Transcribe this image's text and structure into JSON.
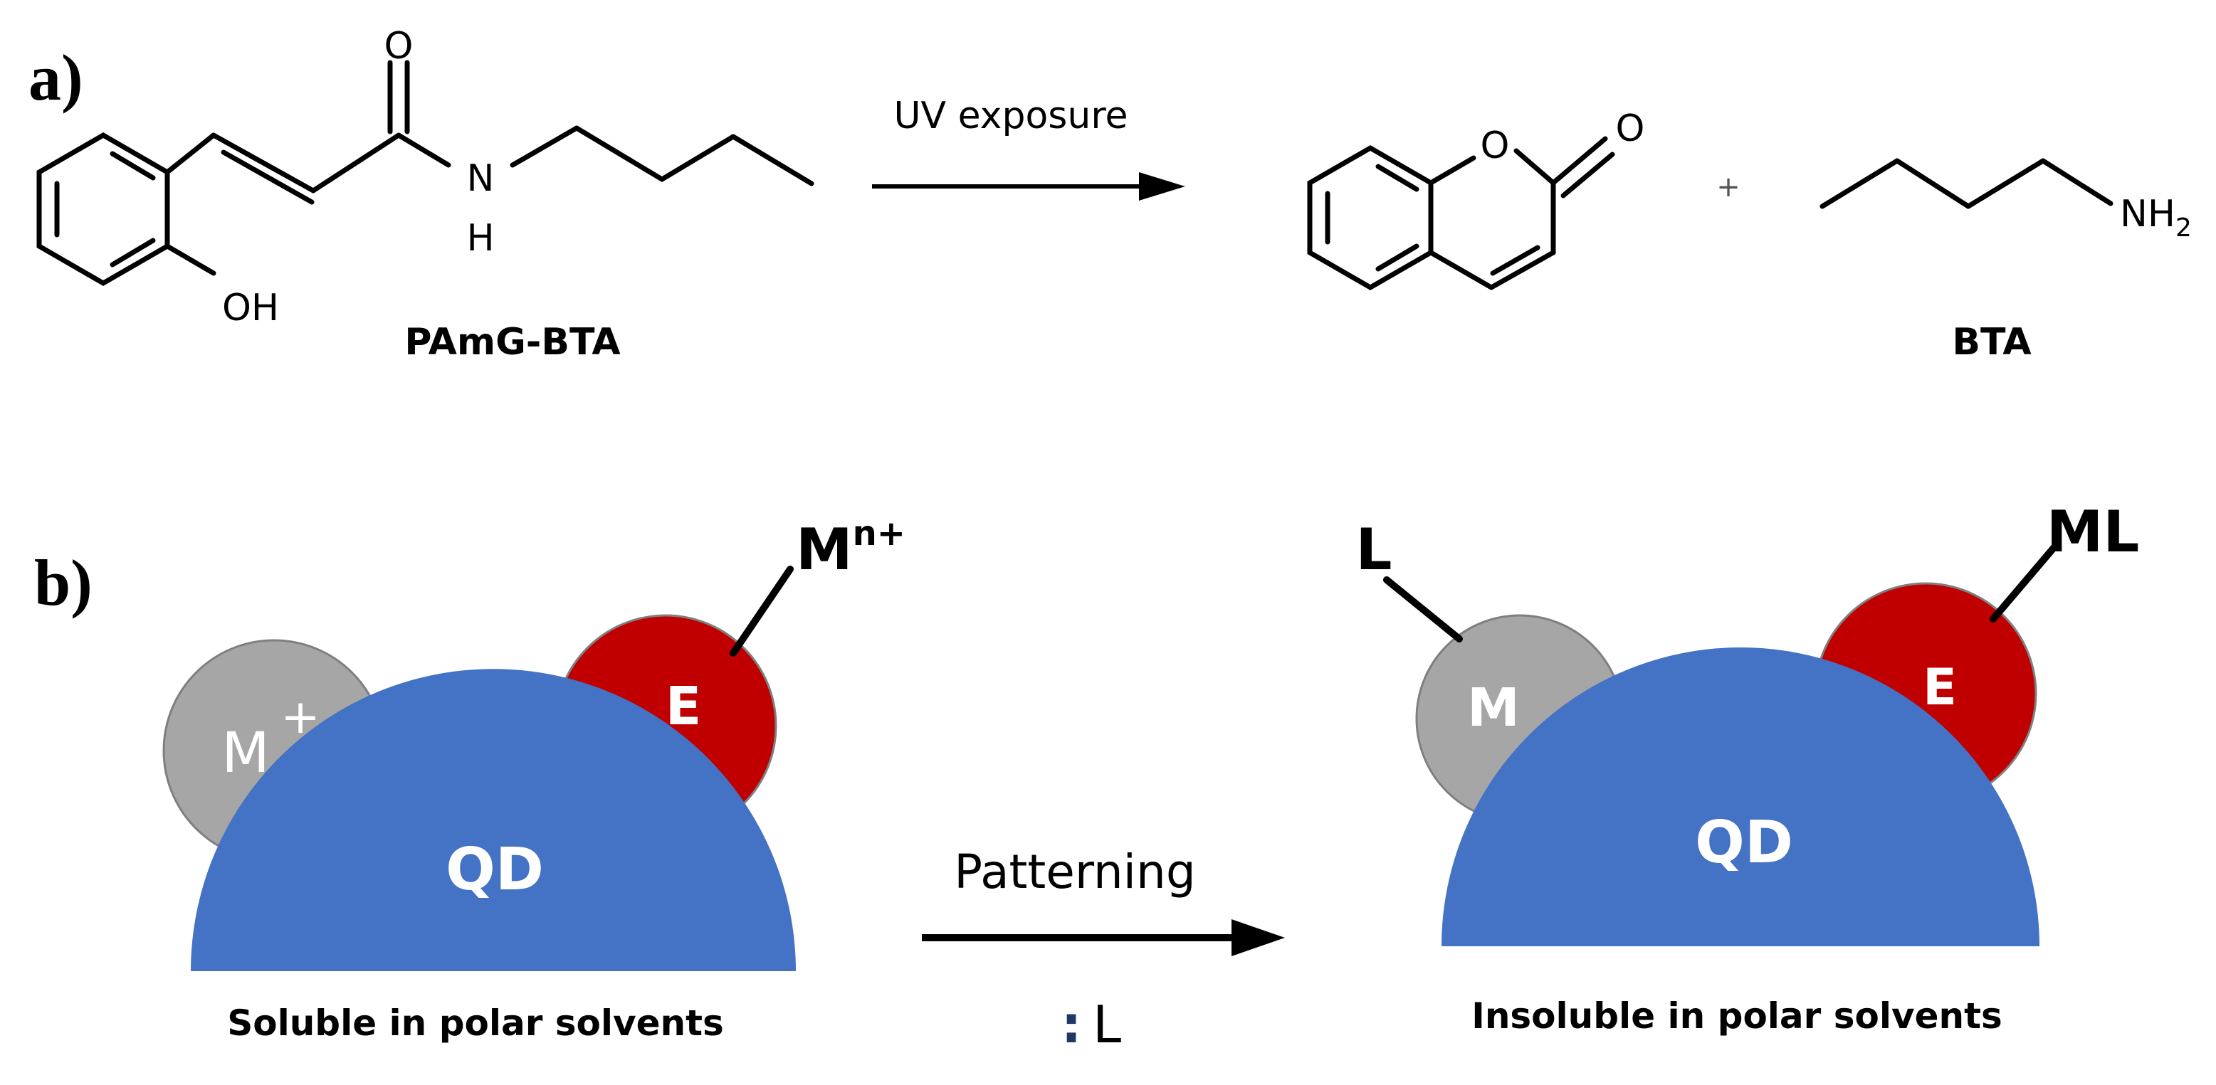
{
  "panel_a": {
    "label": "a)",
    "reactant": {
      "name": "PAmG-BTA",
      "atom_O": "O",
      "atom_N": "N",
      "atom_H": "H",
      "atom_OH": "OH"
    },
    "arrow_label": "UV exposure",
    "product_coumarin": {
      "atom_O_ring": "O",
      "atom_O_carbonyl": "O"
    },
    "plus": "+",
    "product_amine": {
      "name": "BTA",
      "nh": "NH",
      "sub": "2"
    }
  },
  "panel_b": {
    "label": "b)",
    "left": {
      "core_label": "QD",
      "metal_label": "M",
      "metal_charge": "+",
      "ligand_label": "E",
      "ion_label": "M",
      "ion_charge": "n+",
      "caption": "Soluble in polar solvents"
    },
    "arrow_label": "Patterning",
    "reagent_dots": ":",
    "reagent_label": "L",
    "right": {
      "core_label": "QD",
      "metal_label": "M",
      "ligand_label": "E",
      "bound_label_left": "L",
      "bound_label_right": "ML",
      "caption": "Insoluble in polar solvents"
    }
  },
  "colors": {
    "qd_blue": "#4472c4",
    "ligand_red": "#c00000",
    "metal_gray": "#a6a6a6",
    "reagent_dot": "#1f3864"
  }
}
